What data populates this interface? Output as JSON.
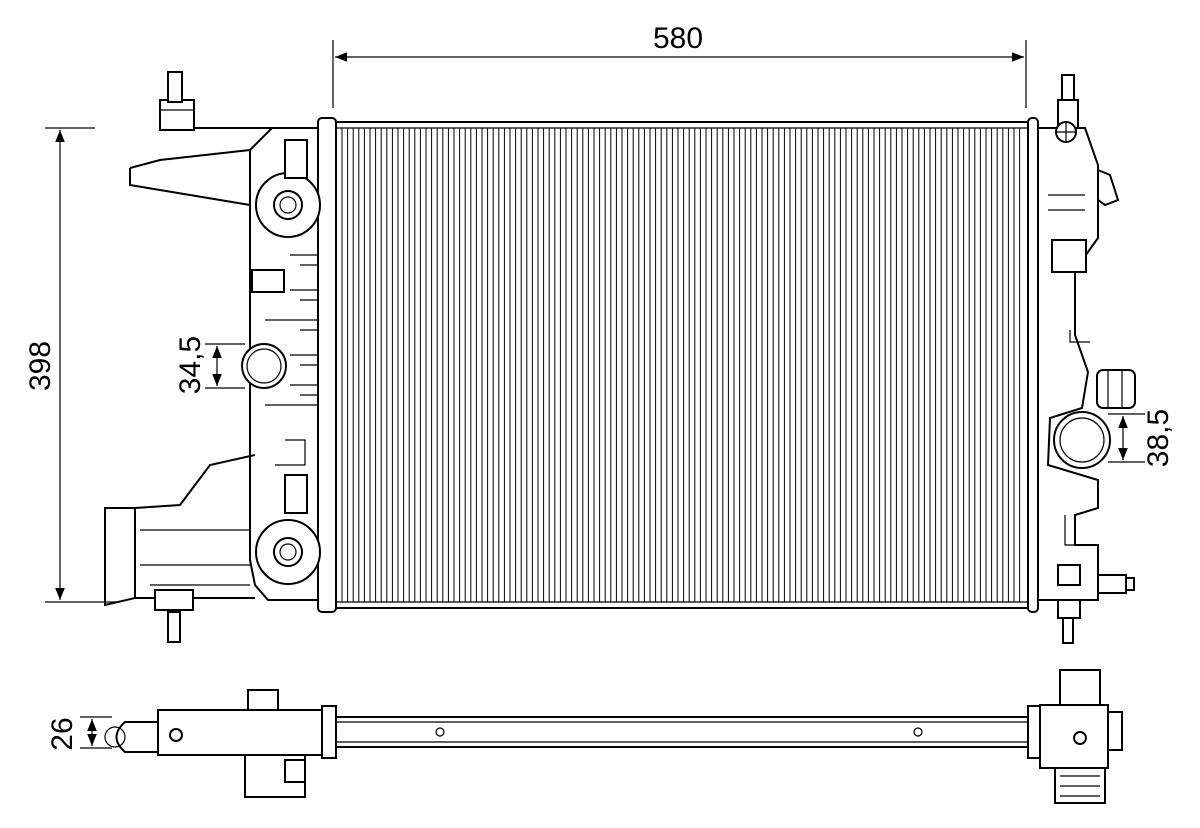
{
  "dimensions": {
    "width": "580",
    "height": "398",
    "inlet_diameter": "34,5",
    "outlet_diameter": "38,5",
    "core_thickness": "26"
  },
  "palette": {
    "stroke": "#000000",
    "background": "#ffffff"
  }
}
